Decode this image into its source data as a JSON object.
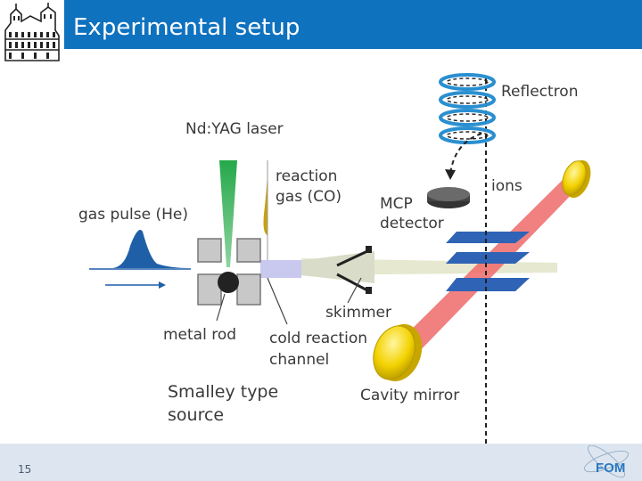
{
  "slide": {
    "title": "Experimental setup",
    "page_number": "15"
  },
  "labels": {
    "laser": "Nd:YAG laser",
    "reaction_line1": "reaction",
    "reaction_line2": "gas (CO)",
    "gas_pulse": "gas pulse (He)",
    "reflectron": "Reflectron",
    "ions": "ions",
    "mcp_line1": "MCP",
    "mcp_line2": "detector",
    "skimmer": "skimmer",
    "metal_rod": "metal rod",
    "cold_line1": "cold reaction",
    "cold_line2": "channel",
    "smalley_line1": "Smalley type",
    "smalley_line2": "source",
    "cavity_mirror": "Cavity mirror"
  },
  "footer_logo": "FOM",
  "colors": {
    "header": "#0f72bf",
    "footer": "#dde6f0",
    "gas_pulse": "#1f5fa8",
    "laser": "#2fb34a",
    "reaction_gas": "#c9a10c",
    "mirror": "#f3d200",
    "cavity_beam": "#ee6a6a",
    "plates": "#2f63b5"
  }
}
